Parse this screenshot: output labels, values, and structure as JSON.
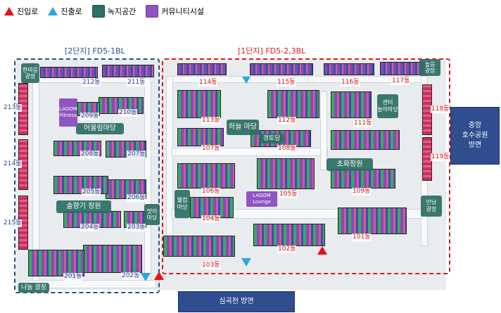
{
  "legend": {
    "entrance": "진입로",
    "exit": "진출로",
    "green_space": "녹지공간",
    "community": "커뮤니티시설",
    "colors": {
      "entrance": "#e8101a",
      "exit": "#2aa7e0",
      "green": "#2d6f64",
      "community": "#8f55c2"
    }
  },
  "zones": {
    "left": "[2단지] FD5-1BL",
    "right": "[1단지] FD5-2,3BL",
    "left_border_color": "#2d4e8a",
    "right_border_color": "#e21a1a"
  },
  "directions": {
    "park": "중앙\n호수공원\n방면",
    "stream": "심곡천 방면"
  },
  "buildings": {
    "d101": "101동",
    "d102": "102동",
    "d103": "103동",
    "d104": "104동",
    "d105": "105동",
    "d106": "106동",
    "d107": "107동",
    "d108": "108동",
    "d109": "109동",
    "d111": "111동",
    "d112": "112동",
    "d113": "113동",
    "d114": "114동",
    "d115": "115동",
    "d116": "116동",
    "d117": "117동",
    "d118": "118동",
    "d119": "119동",
    "d201": "201동",
    "d202": "202동",
    "d203": "203동",
    "d204": "204동",
    "d205": "205동",
    "d206": "206동",
    "d207": "207동",
    "d208": "208동",
    "d209": "209동",
    "d210": "210동",
    "d211": "211동",
    "d212": "212동",
    "d213": "213동",
    "d214": "214동",
    "d215": "215동"
  },
  "green_spaces": {
    "hanmaeum": "한마음\n광장",
    "eoulim": "어울림마당",
    "solhyanggi": "솔향기 정원",
    "matitmadang": "맛이\n마당",
    "nanum": "나눔 광장",
    "haneul": "하늘 마당",
    "gyeongtodang": "경토당",
    "center": "센터\n놀이마당",
    "chohwa": "초화정원",
    "wellness": "웰컴\n마당",
    "manam": "만남\n광장",
    "nopeum": "높음\n광장"
  },
  "community": {
    "lagom_fitness": "LAGOM\nFitness",
    "lagom_lounge": "LAGOM\nLounge"
  }
}
